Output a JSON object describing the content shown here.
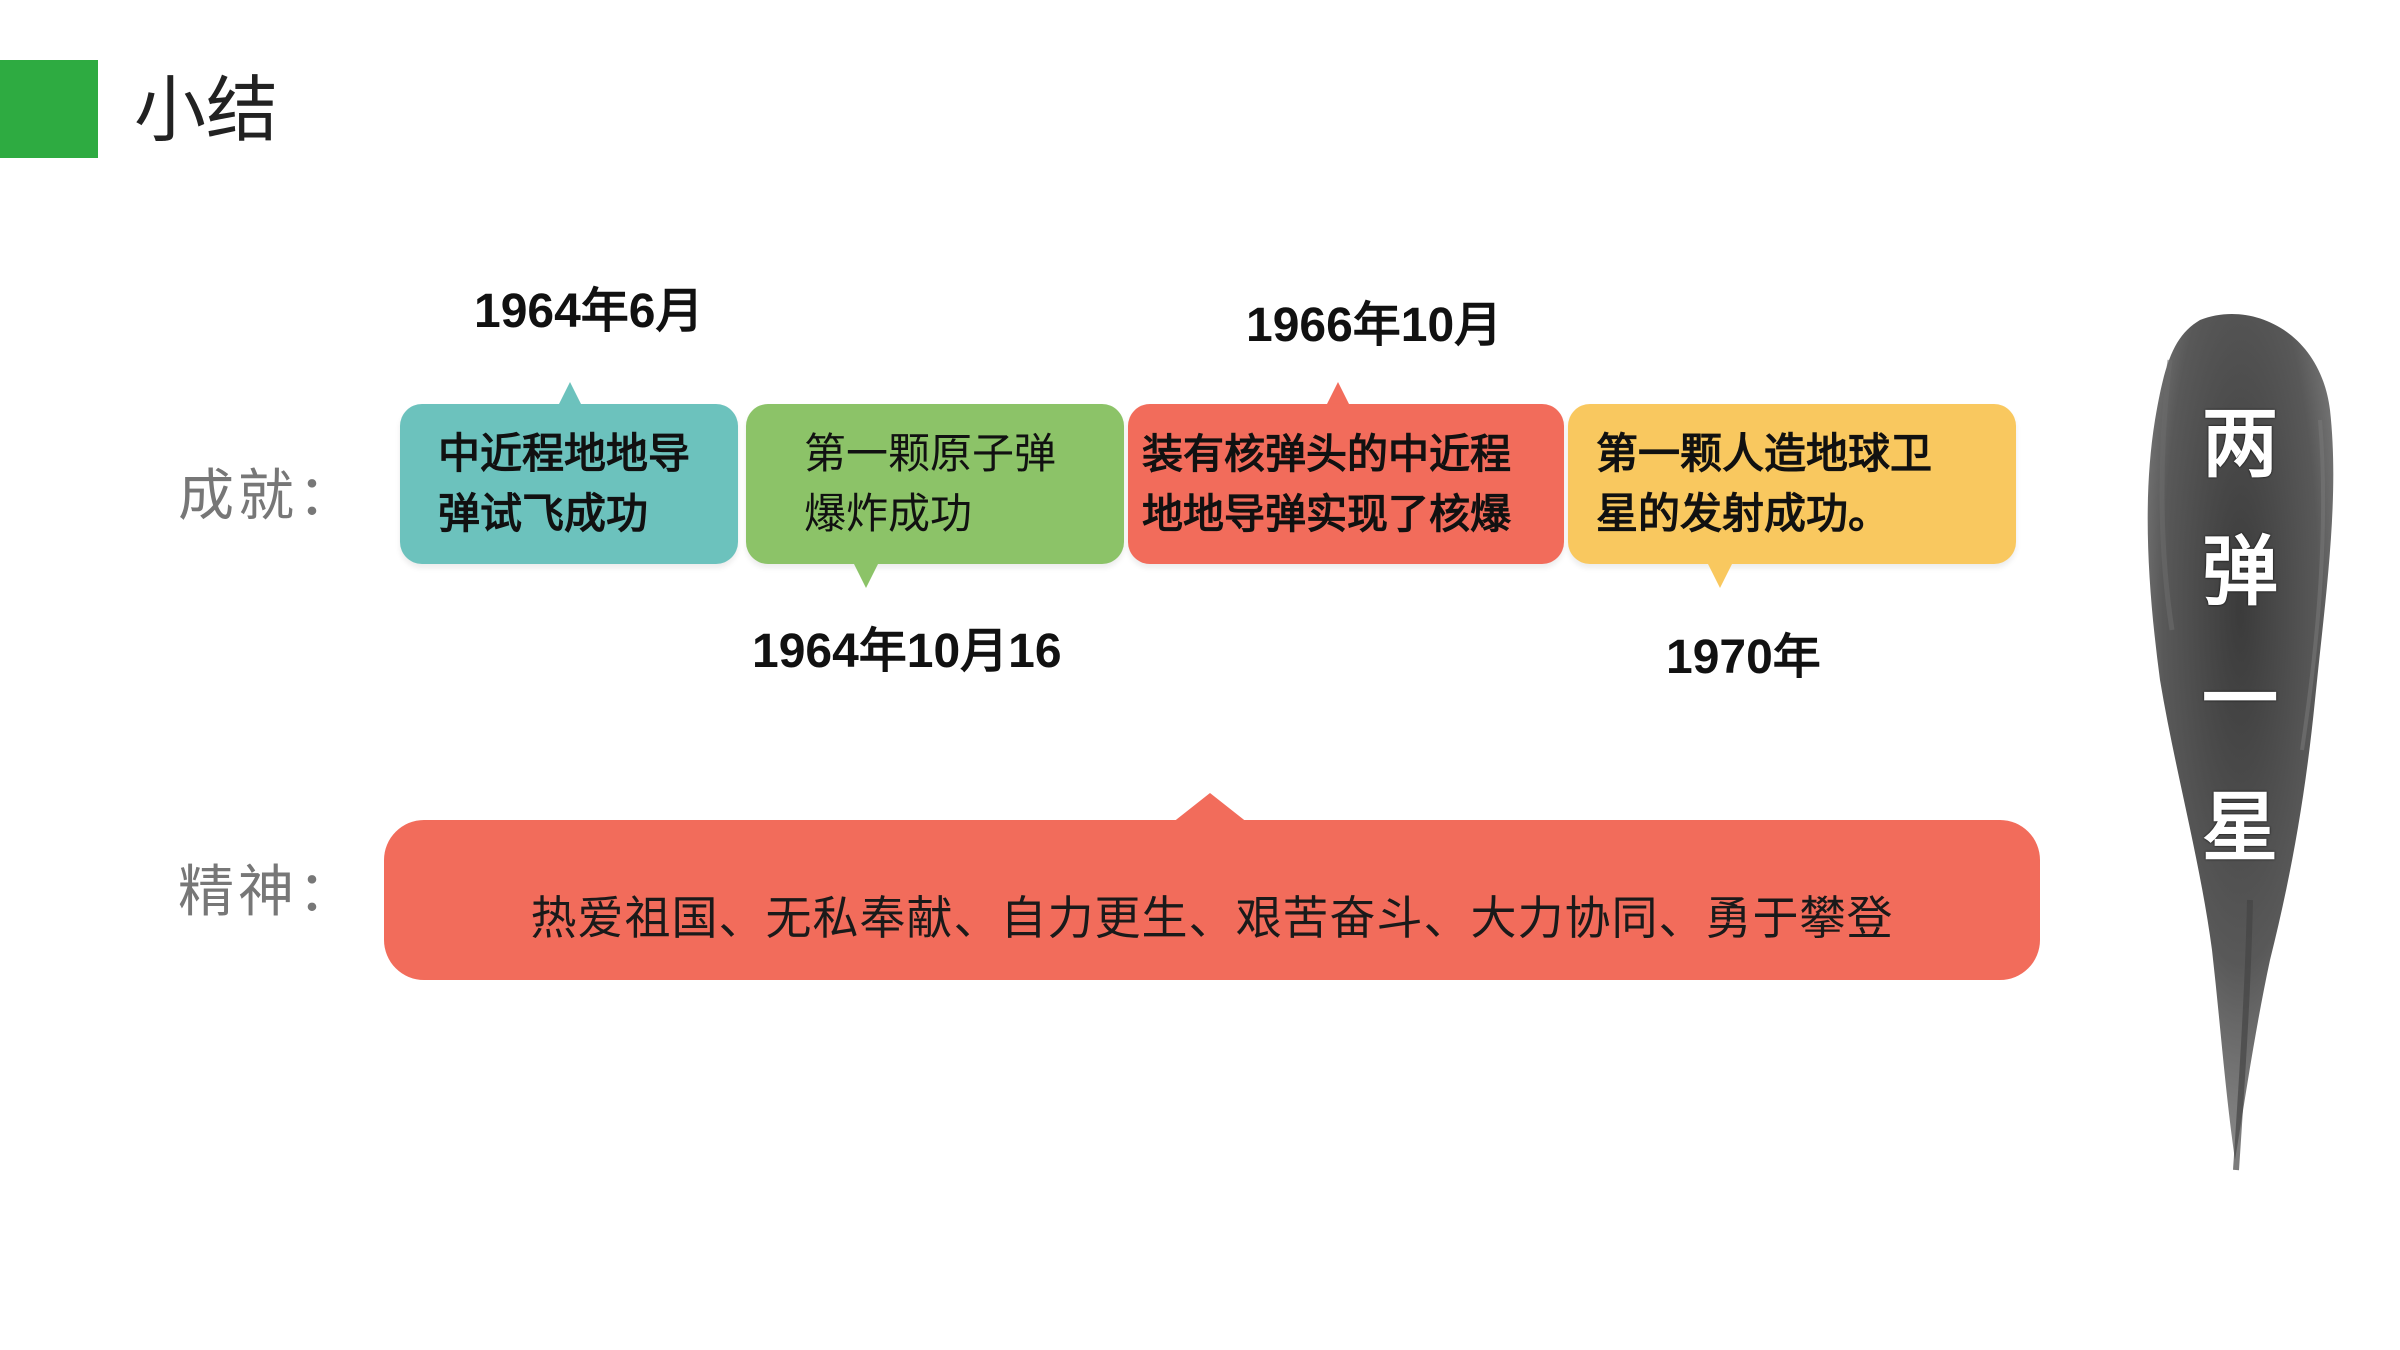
{
  "header": {
    "title": "小结"
  },
  "labels": {
    "achievements": "成就：",
    "spirit": "精神："
  },
  "timeline": [
    {
      "date": "1964年6月",
      "line1": "中近程地地导",
      "line2": "弹试飞成功",
      "color": "#6cc2bd"
    },
    {
      "date": "1964年10月16",
      "line1": "第一颗原子弹",
      "line2": "爆炸成功",
      "color": "#8cc368"
    },
    {
      "date": "1966年10月",
      "line1": "装有核弹头的中近程",
      "line2": "地地导弹实现了核爆",
      "color": "#f26c5b"
    },
    {
      "date": "1970年",
      "line1": "第一颗人造地球卫",
      "line2": "星的发射成功。",
      "color": "#f9c85f"
    }
  ],
  "spirit": {
    "text": "热爱祖国、无私奉献、自力更生、艰苦奋斗、大力协同、勇于攀登",
    "color": "#f26c5b"
  },
  "brush": {
    "chars": [
      "两",
      "弹",
      "一",
      "星"
    ]
  },
  "colors": {
    "accent": "#2eab41"
  }
}
